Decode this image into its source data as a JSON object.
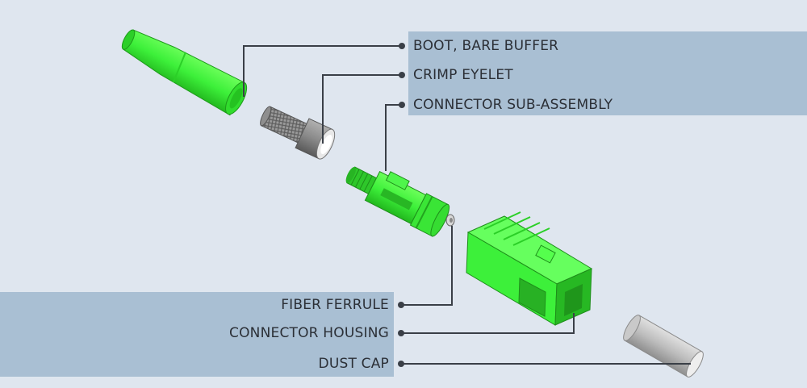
{
  "diagram": {
    "labels": {
      "boot": "BOOT, BARE BUFFER",
      "crimp": "CRIMP EYELET",
      "sub_assembly": "CONNECTOR SUB-ASSEMBLY",
      "ferrule": "FIBER FERRULE",
      "housing": "CONNECTOR HOUSING",
      "dust_cap": "DUST CAP"
    },
    "colors": {
      "background": "#dfe6ef",
      "label_band": "#a9bfd3",
      "connector_green": "#3df03a",
      "metal_gray": "#8c8c8c",
      "cap_gray": "#b5b5b5",
      "leader_line": "#3a3f47"
    }
  }
}
